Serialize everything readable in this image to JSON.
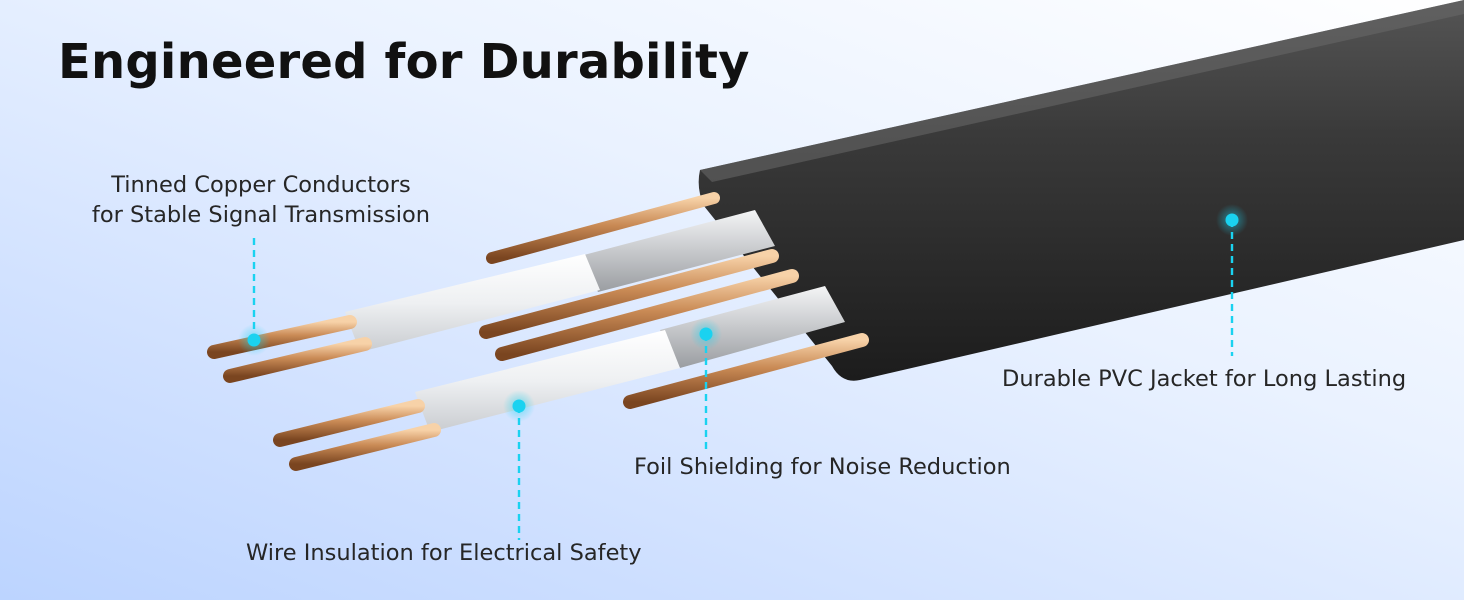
{
  "title": "Engineered for Durability",
  "callouts": {
    "copper": {
      "line1": "Tinned Copper Conductors",
      "line2": "for Stable Signal Transmission"
    },
    "jacket": "Durable PVC Jacket for Long Lasting",
    "foil": "Foil Shielding for Noise Reduction",
    "insulation": "Wire Insulation for Electrical Safety"
  },
  "colors": {
    "accent": "#1ad2f0",
    "jacket": "#2c2c2c",
    "copper": "#c98a55",
    "background": "#cfe0ff"
  }
}
